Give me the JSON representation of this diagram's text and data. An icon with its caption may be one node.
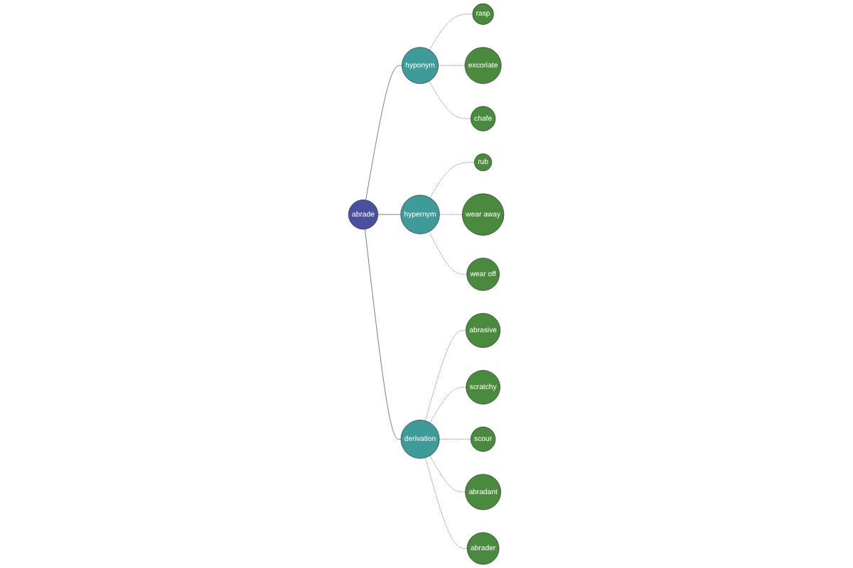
{
  "diagram": {
    "nodes": [
      {
        "text": [
          "abrade"
        ]
      },
      {
        "text": [
          "hyponym"
        ]
      },
      {
        "text": [
          "hypernym"
        ]
      },
      {
        "text": [
          "derivation"
        ]
      },
      {
        "text": [
          "rasp"
        ]
      },
      {
        "text": [
          "excoriate"
        ]
      },
      {
        "text": [
          "chafe"
        ]
      },
      {
        "text": [
          "rub"
        ]
      },
      {
        "text": [
          "wear away"
        ]
      },
      {
        "text": [
          "wear off"
        ]
      },
      {
        "text": [
          "abrasive"
        ]
      },
      {
        "text": [
          "scratchy"
        ]
      },
      {
        "text": [
          "scour"
        ]
      },
      {
        "text": [
          "abradant"
        ]
      },
      {
        "text": [
          "abrader"
        ]
      }
    ],
    "edges": [
      {
        "from": 0,
        "to": 1,
        "arrow": "none"
      },
      {
        "from": 0,
        "to": 2,
        "arrow": "none"
      },
      {
        "from": 0,
        "to": 3,
        "arrow": "none"
      },
      {
        "from": 1,
        "to": 4,
        "arrow": "none",
        "style": "dashed"
      },
      {
        "from": 1,
        "to": 5,
        "arrow": "none",
        "style": "dashed"
      },
      {
        "from": 1,
        "to": 6,
        "arrow": "none",
        "style": "dashed"
      },
      {
        "from": 2,
        "to": 7,
        "arrow": "none",
        "style": "dashed"
      },
      {
        "from": 2,
        "to": 8,
        "arrow": "none",
        "style": "dashed"
      },
      {
        "from": 2,
        "to": 9,
        "arrow": "none",
        "style": "dashed"
      },
      {
        "from": 3,
        "to": 10,
        "arrow": "none",
        "style": "dashed"
      },
      {
        "from": 3,
        "to": 11,
        "arrow": "none",
        "style": "dashed"
      },
      {
        "from": 3,
        "to": 12,
        "arrow": "none",
        "style": "dashed"
      },
      {
        "from": 3,
        "to": 13,
        "arrow": "none",
        "style": "dashed"
      },
      {
        "from": 3,
        "to": 14,
        "arrow": "none",
        "style": "dashed"
      }
    ]
  }
}
